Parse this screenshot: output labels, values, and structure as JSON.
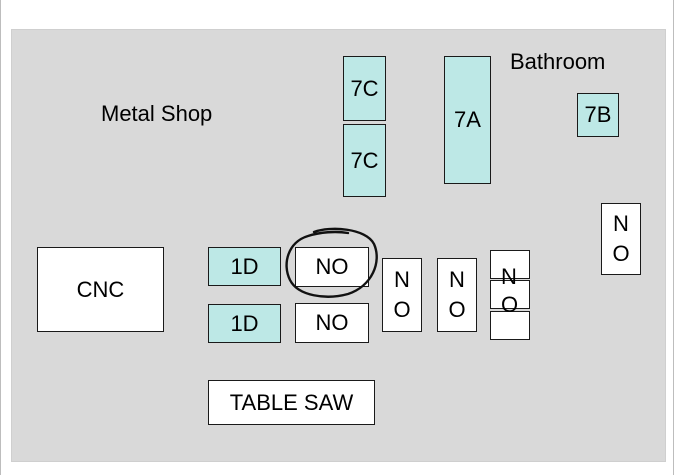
{
  "labels": {
    "metal_shop": "Metal Shop",
    "bathroom": "Bathroom"
  },
  "stations": {
    "seven_c_top": "7C",
    "seven_c_bottom": "7C",
    "seven_a": "7A",
    "seven_b": "7B",
    "cnc": "CNC",
    "one_d_top": "1D",
    "one_d_bottom": "1D",
    "no_circled": "NO",
    "no_lower": "NO",
    "table_saw": "TABLE SAW"
  },
  "vertical_no": {
    "n": "N",
    "o": "O"
  },
  "colors": {
    "assigned_fill": "#bde8e6",
    "unassigned_fill": "#ffffff",
    "floor": "#d9d9d9",
    "outline": "#1a1a1a"
  },
  "annotations": {
    "circle_marker": "hand-drawn circle around NO station"
  }
}
